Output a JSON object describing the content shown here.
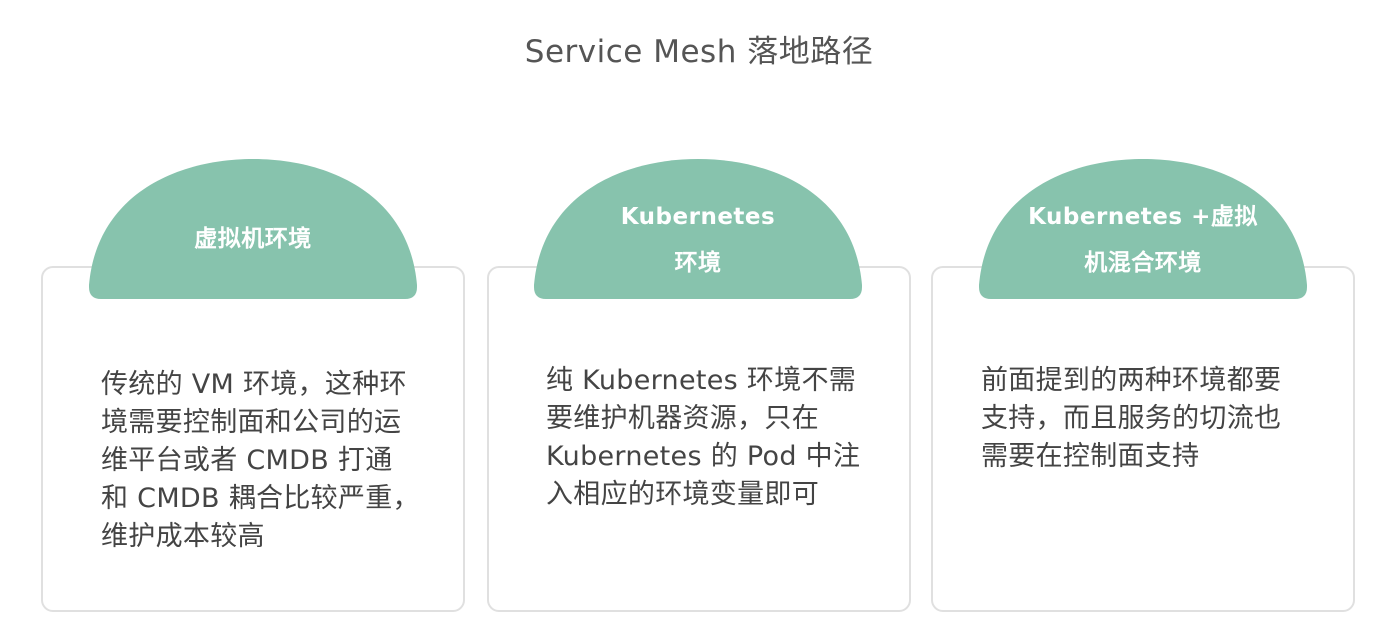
{
  "title": "Service Mesh 落地路径",
  "colors": {
    "dome": "#87c3ad",
    "card_border": "#e0e0e0",
    "title": "#555555",
    "text": "#444444"
  },
  "cards": [
    {
      "heading_lines": [
        "虚拟机环境"
      ],
      "body_lines": [
        "传统的 VM 环境，这种环",
        "境需要控制面和公司的运",
        "维平台或者 CMDB 打通",
        "和 CMDB 耦合比较严重，",
        "维护成本较高"
      ]
    },
    {
      "heading_lines": [
        "Kubernetes",
        "环境"
      ],
      "body_lines": [
        "纯 Kubernetes 环境不需",
        "要维护机器资源，只在",
        "Kubernetes 的 Pod 中注",
        "入相应的环境变量即可"
      ]
    },
    {
      "heading_lines": [
        "Kubernetes +虚拟",
        "机混合环境"
      ],
      "body_lines": [
        "前面提到的两种环境都要",
        "支持，而且服务的切流也",
        "需要在控制面支持"
      ]
    }
  ]
}
